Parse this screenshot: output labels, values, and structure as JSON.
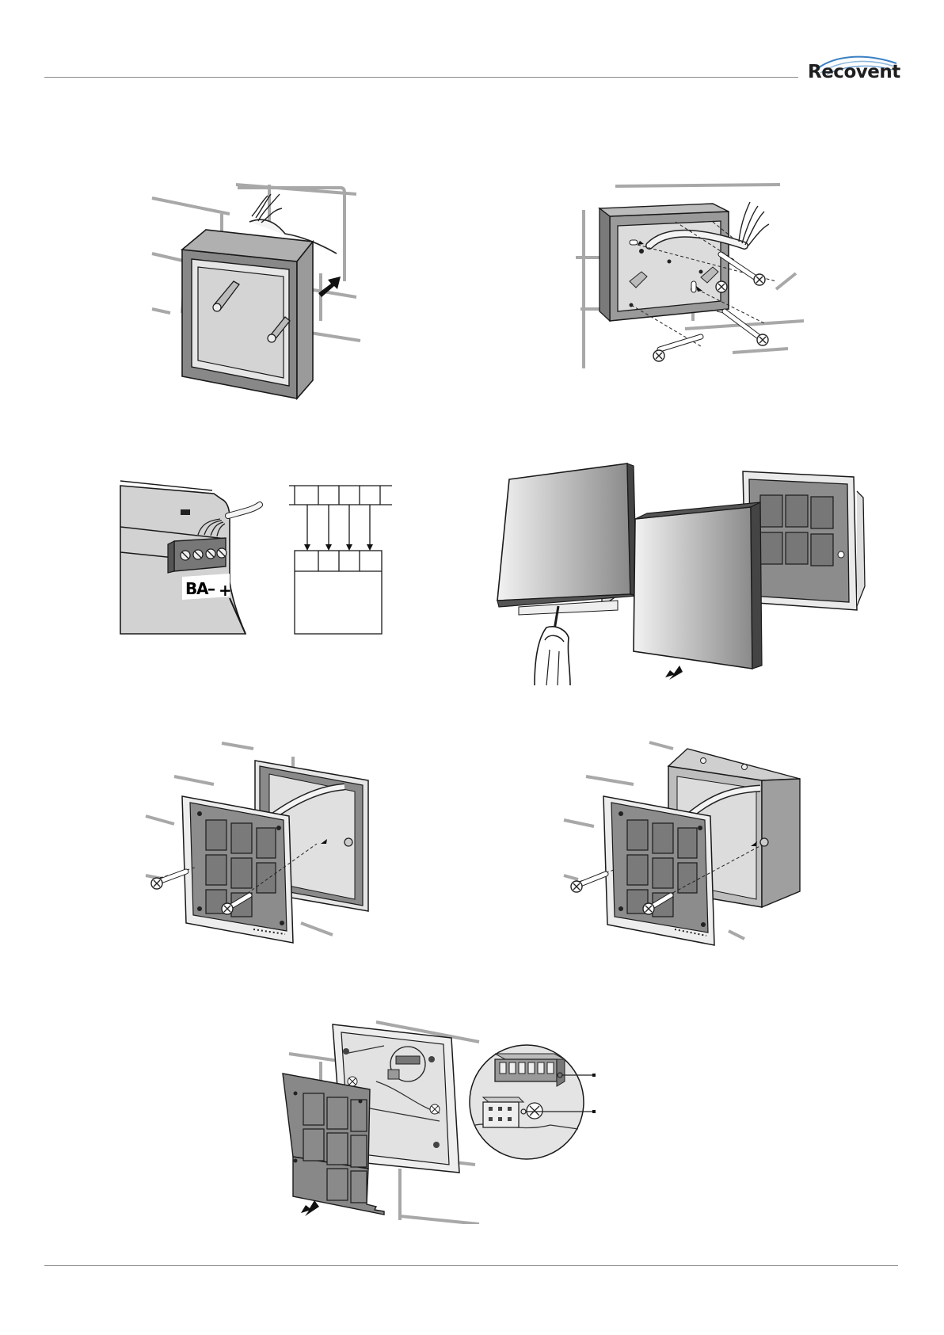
{
  "header": {
    "logo": {
      "text": "Recovent",
      "swoosh_color": "#3a7fc4",
      "text_color": "#1e1e1e"
    }
  },
  "figures": [
    {
      "id": "fig1",
      "icon": "backbox-insertion-illustration"
    },
    {
      "id": "fig2",
      "icon": "backbox-screw-mounting-illustration"
    },
    {
      "id": "fig3",
      "icon": "terminal-wiring-illustration",
      "terminal_labels": [
        "B",
        "A",
        "–",
        "+"
      ]
    },
    {
      "id": "fig4",
      "icon": "front-cover-removal-illustration"
    },
    {
      "id": "fig5",
      "icon": "panel-flush-mount-illustration"
    },
    {
      "id": "fig6",
      "icon": "panel-surface-mount-illustration"
    },
    {
      "id": "fig7",
      "icon": "dip-switch-access-illustration"
    }
  ],
  "colors": {
    "line": "#1a1a1a",
    "wall": "#a8a8a8",
    "fill_gray": "#c8c8c8",
    "fill_dark": "#7a7a7a"
  }
}
